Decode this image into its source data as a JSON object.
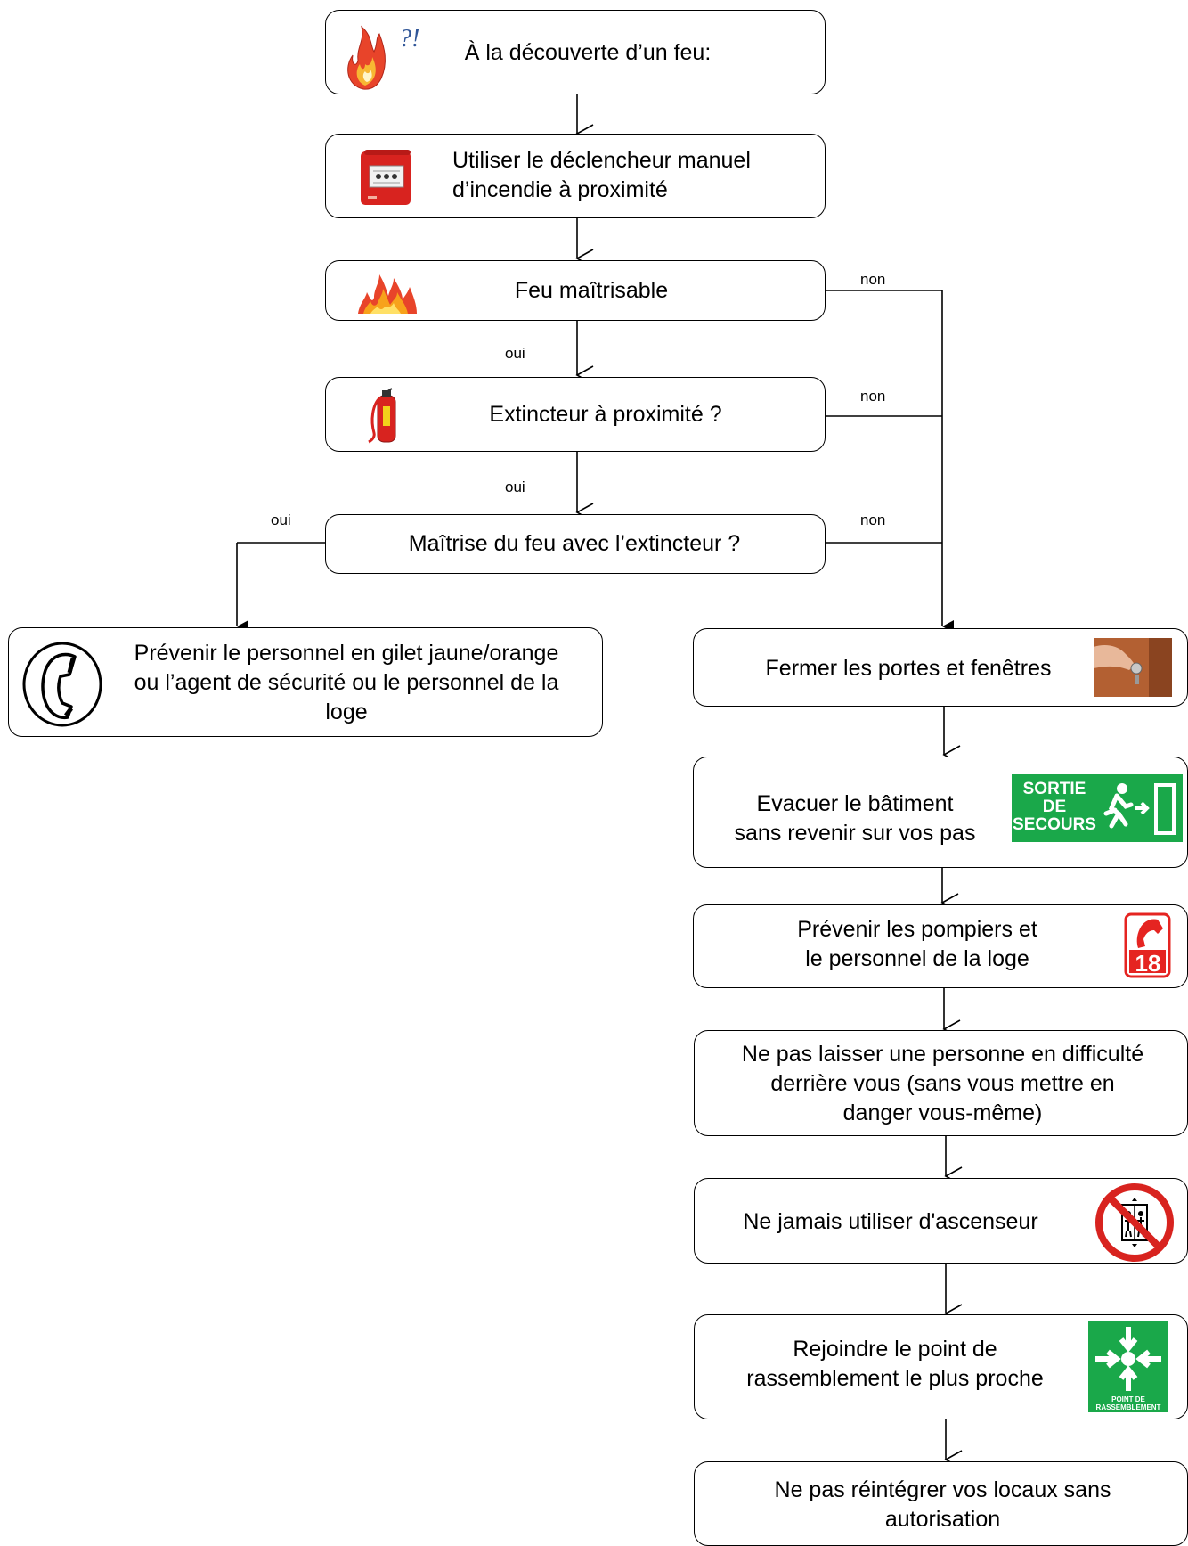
{
  "steps": {
    "discover": "À la découverte d’un feu:",
    "alarm": [
      "Utiliser le déclencheur manuel",
      "d’incendie à proximité"
    ],
    "controllable": "Feu maîtrisable",
    "extinguisher": "Extincteur à proximité ?",
    "master": "Maîtrise du feu avec l’extincteur ?",
    "warn_staff": [
      "Prévenir le personnel en gilet jaune/orange",
      "ou l’agent de sécurité ou le personnel de la",
      "loge"
    ],
    "close_doors": "Fermer les portes et fenêtres",
    "evacuate": [
      "Evacuer le bâtiment",
      "sans revenir sur vos pas"
    ],
    "call_firemen": [
      "Prévenir les pompiers et",
      "le personnel de la loge"
    ],
    "help_person": [
      "Ne pas laisser une personne en difficulté",
      "derrière vous  (sans vous mettre en",
      "danger vous-même)"
    ],
    "no_elevator": "Ne jamais utiliser d'ascenseur",
    "assembly": [
      "Rejoindre le point de",
      "rassemblement le plus proche"
    ],
    "no_return": [
      "Ne pas réintégrer vos locaux sans",
      "autorisation"
    ]
  },
  "labels": {
    "oui": "oui",
    "non": "non"
  },
  "icon_texts": {
    "question": "?!",
    "exit_sign": [
      "SORTIE",
      "DE",
      "SECOURS"
    ],
    "fire_number": "18",
    "assembly_sign": [
      "POINT DE",
      "RASSEMBLEMENT"
    ]
  },
  "colors": {
    "exit_green": "#1aa84a",
    "fire_red": "#e52421",
    "flame_orange": "#f28c28"
  },
  "icons": [
    "fire-question-icon",
    "fire-alarm-button-icon",
    "flames-icon",
    "extinguisher-icon",
    "phone-icon",
    "door-handle-icon",
    "emergency-exit-sign-icon",
    "fire-phone-18-icon",
    "no-elevator-icon",
    "assembly-point-icon"
  ]
}
